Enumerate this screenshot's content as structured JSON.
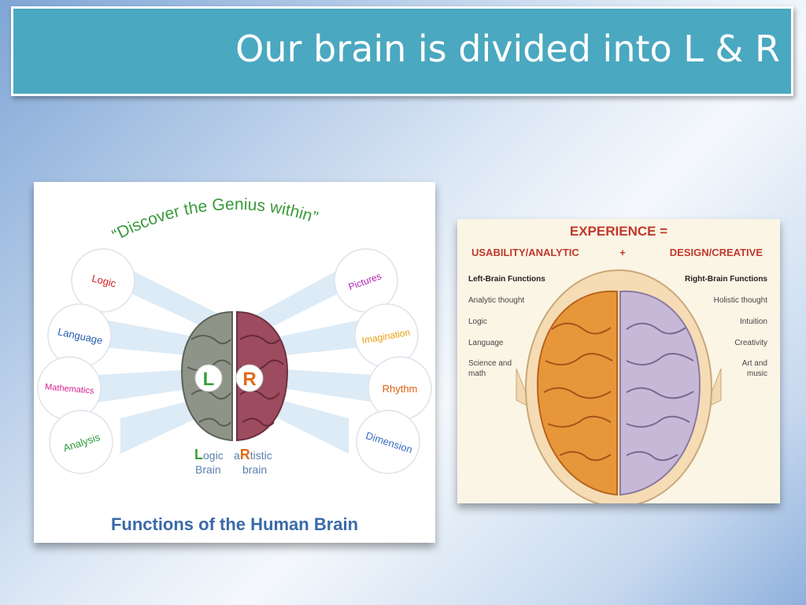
{
  "slide": {
    "title": "Our brain is divided into L & R"
  },
  "left_figure": {
    "arc_heading": "“Discover the Genius within”",
    "left_functions": [
      "Logic",
      "Language",
      "Mathematics",
      "Analysis"
    ],
    "right_functions": [
      "Pictures",
      "Imagination",
      "Rhythm",
      "Dimension"
    ],
    "left_letter": "L",
    "right_letter": "R",
    "left_caption_first": "L",
    "left_caption_rest": "ogic",
    "left_caption_line2": "Brain",
    "right_caption_first": "a",
    "right_caption_mid": "R",
    "right_caption_rest": "tistic",
    "right_caption_line2": "brain",
    "footer": "Functions of the Human Brain",
    "colors": {
      "logic": "#d0202a",
      "language": "#2a5fb0",
      "mathematics": "#d81b8c",
      "analysis": "#2e9a3c",
      "pictures": "#b020b0",
      "imagination": "#e8a010",
      "rhythm": "#e06010",
      "dimension": "#3a6ac0",
      "heading": "#3a9a3a",
      "footer": "#3a6aa8"
    }
  },
  "right_figure": {
    "header_line1": "EXPERIENCE  =",
    "header_line2_left": "USABILITY/ANALYTIC",
    "header_line2_plus": "+",
    "header_line2_right": "DESIGN/CREATIVE",
    "left_title": "Left-Brain Functions",
    "right_title": "Right-Brain Functions",
    "left_items": [
      "Analytic thought",
      "Logic",
      "Language",
      "Science and",
      "math"
    ],
    "right_items": [
      "Holistic thought",
      "Intuition",
      "Creativity",
      "Art and",
      "music"
    ],
    "colors": {
      "header": "#c0392b",
      "left_hemisphere": "#e8963a",
      "right_hemisphere": "#c8b8d8"
    }
  }
}
